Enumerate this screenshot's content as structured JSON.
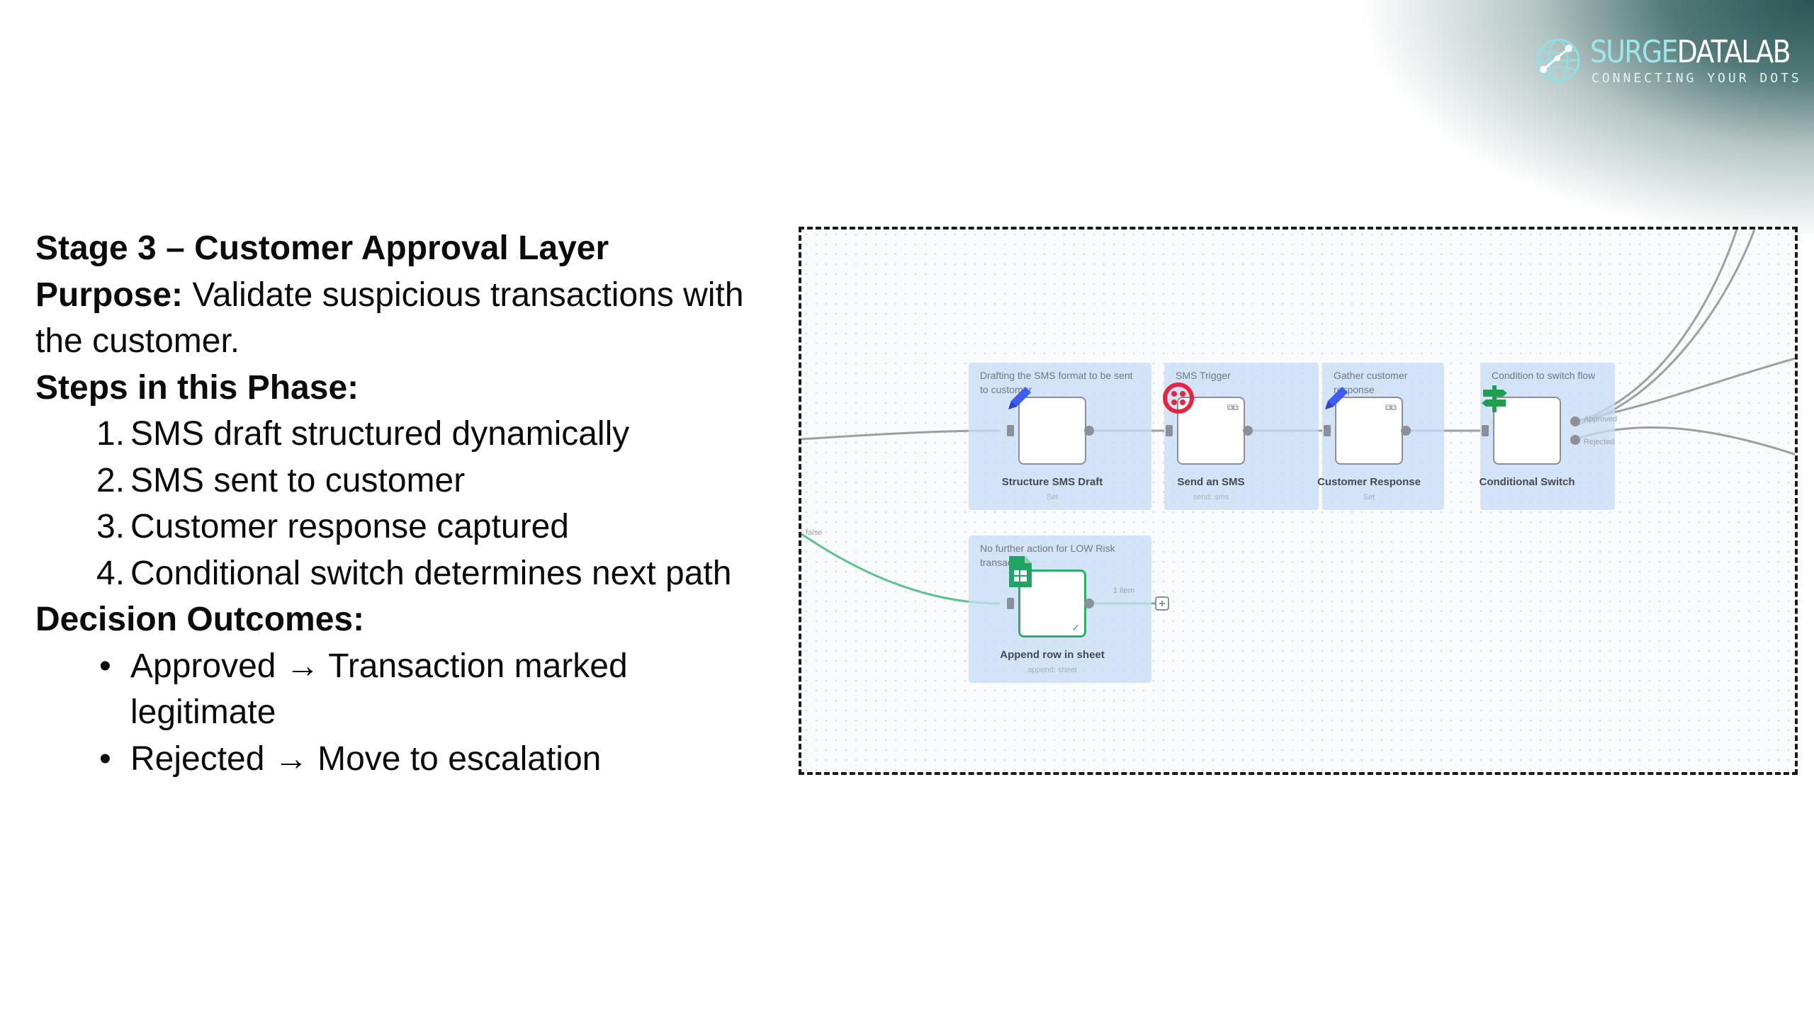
{
  "brand": {
    "name_part1": "SURGE",
    "name_part2": "DATALAB",
    "tagline": "CONNECTING YOUR DOTS"
  },
  "content": {
    "heading": "Stage 3 – Customer Approval Layer",
    "purpose_label": "Purpose:",
    "purpose_text_1": " Validate suspicious transactions with",
    "purpose_text_2": "the customer.",
    "steps_heading": "Steps in this Phase:",
    "steps": [
      {
        "num": "1.",
        "text": "SMS draft structured dynamically"
      },
      {
        "num": "2.",
        "text": "SMS sent to customer"
      },
      {
        "num": "3.",
        "text": "Customer response captured"
      },
      {
        "num": "4.",
        "text": "Conditional switch determines next path"
      }
    ],
    "outcomes_heading": "Decision Outcomes:",
    "outcomes": [
      {
        "bullet": "•",
        "line1": "Approved → Transaction marked",
        "line2": "legitimate"
      },
      {
        "bullet": "•",
        "line1": "Rejected → Move to escalation",
        "line2": ""
      }
    ]
  },
  "workflow": {
    "groups": [
      {
        "note": "Drafting the SMS format to be sent to customer",
        "label": "Structure SMS Draft",
        "sub": "Set",
        "icon": "pencil-icon"
      },
      {
        "note": "SMS Trigger",
        "label": "Send an SMS",
        "sub": "send: sms",
        "icon": "twilio-icon"
      },
      {
        "note": "Gather customer response",
        "label": "Customer Response",
        "sub": "Set",
        "icon": "pencil-icon"
      },
      {
        "note": "Condition to switch flow",
        "label": "Conditional Switch",
        "sub": "",
        "icon": "signpost-icon"
      },
      {
        "note": "No further action for LOW Risk transaction",
        "label": "Append row in sheet",
        "sub": "append: sheet",
        "icon": "sheets-icon"
      }
    ],
    "connection_labels": {
      "false_branch": "false",
      "output_items": "1 item",
      "switch_out_1": "Approved",
      "switch_out_2": "Rejected"
    },
    "colors": {
      "group_fill": "#c8dcf6",
      "connector": "#8a8f98",
      "success_green": "#2fae6a",
      "pencil_blue": "#3d5cf5",
      "twilio_red": "#e8233e",
      "signpost_green": "#1ea04f"
    }
  }
}
